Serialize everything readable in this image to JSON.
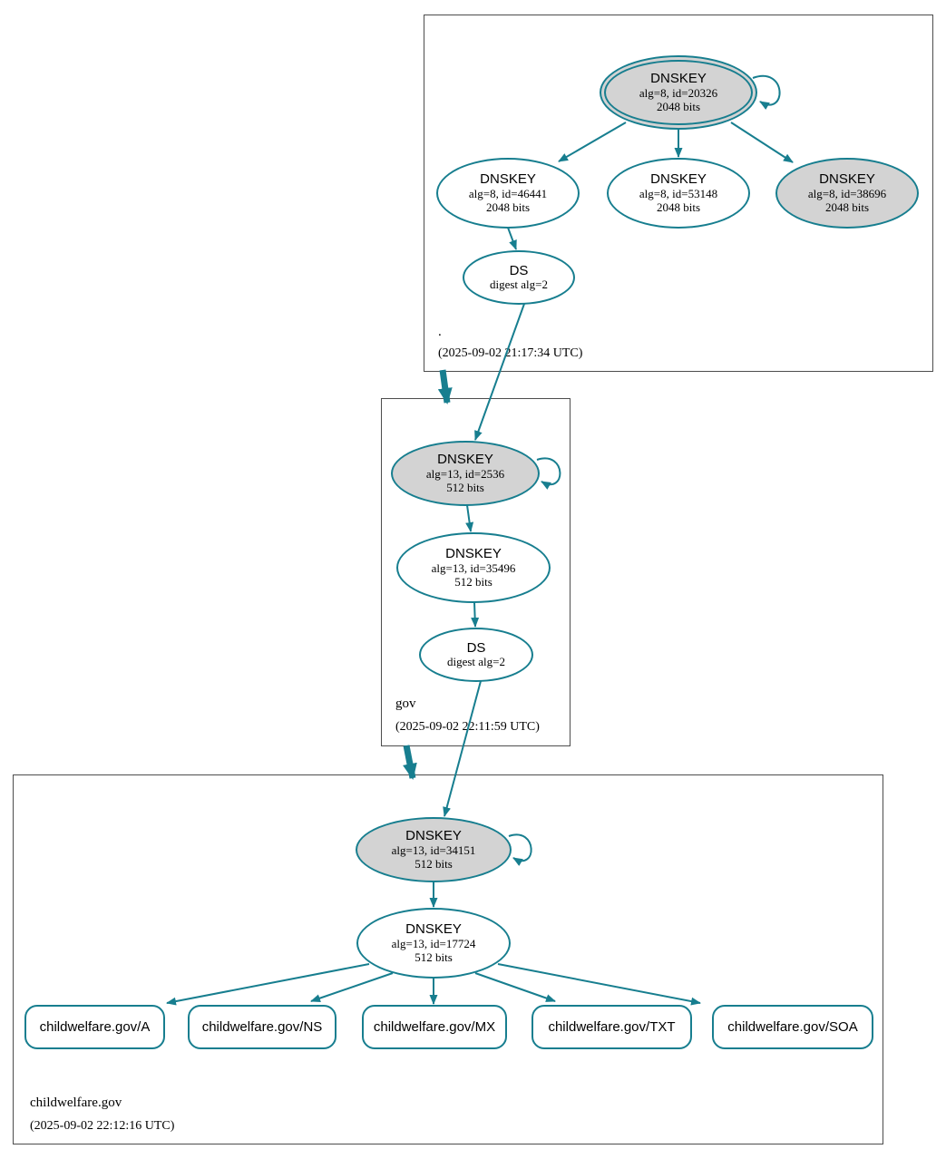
{
  "colors": {
    "accent_teal": "#177e8f",
    "sep_key_fill": "#d3d3d3",
    "node_fill": "#ffffff",
    "box_border": "#4d4d4d"
  },
  "root_zone": {
    "label": ".",
    "timestamp": "(2025-09-02 21:17:34 UTC)",
    "ksk": {
      "type": "DNSKEY",
      "alg": "alg=8, id=20326",
      "bits": "2048 bits"
    },
    "zsk1": {
      "type": "DNSKEY",
      "alg": "alg=8, id=46441",
      "bits": "2048 bits"
    },
    "zsk2": {
      "type": "DNSKEY",
      "alg": "alg=8, id=53148",
      "bits": "2048 bits"
    },
    "key3": {
      "type": "DNSKEY",
      "alg": "alg=8, id=38696",
      "bits": "2048 bits"
    },
    "ds": {
      "type": "DS",
      "digest": "digest alg=2"
    }
  },
  "gov_zone": {
    "label": "gov",
    "timestamp": "(2025-09-02 22:11:59 UTC)",
    "ksk": {
      "type": "DNSKEY",
      "alg": "alg=13, id=2536",
      "bits": "512 bits"
    },
    "zsk": {
      "type": "DNSKEY",
      "alg": "alg=13, id=35496",
      "bits": "512 bits"
    },
    "ds": {
      "type": "DS",
      "digest": "digest alg=2"
    }
  },
  "childwelfare_zone": {
    "label": "childwelfare.gov",
    "timestamp": "(2025-09-02 22:12:16 UTC)",
    "ksk": {
      "type": "DNSKEY",
      "alg": "alg=13, id=34151",
      "bits": "512 bits"
    },
    "zsk": {
      "type": "DNSKEY",
      "alg": "alg=13, id=17724",
      "bits": "512 bits"
    },
    "rrsets": [
      {
        "label": "childwelfare.gov/A"
      },
      {
        "label": "childwelfare.gov/NS"
      },
      {
        "label": "childwelfare.gov/MX"
      },
      {
        "label": "childwelfare.gov/TXT"
      },
      {
        "label": "childwelfare.gov/SOA"
      }
    ]
  }
}
